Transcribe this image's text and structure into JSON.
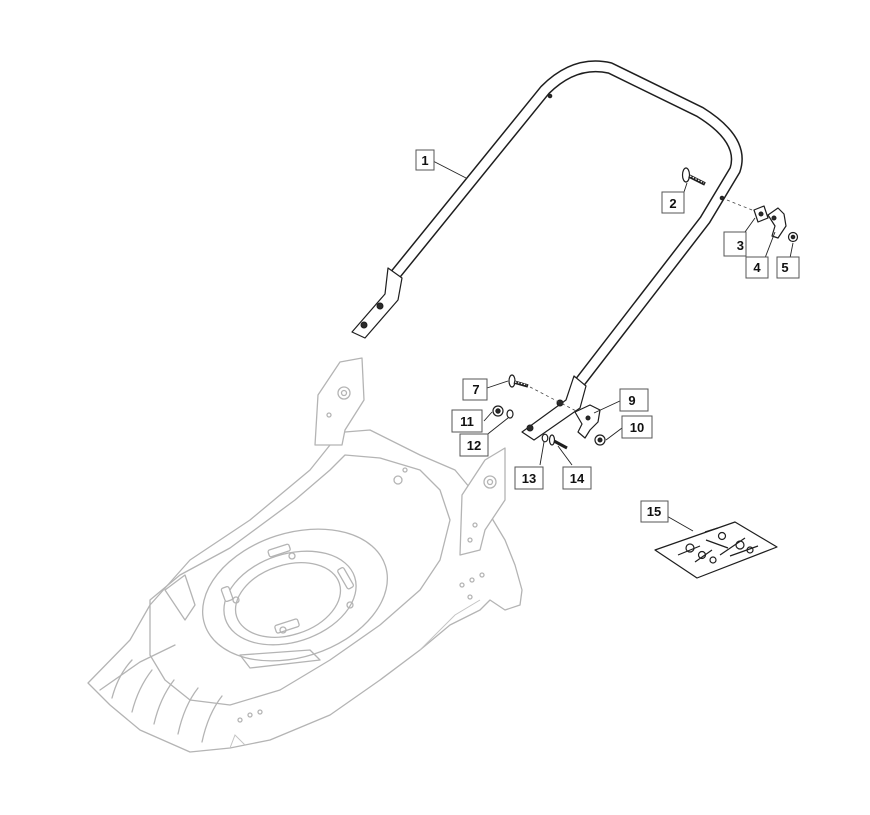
{
  "diagram": {
    "callouts": [
      {
        "id": "c1",
        "label": "1"
      },
      {
        "id": "c2",
        "label": "2"
      },
      {
        "id": "c3",
        "label": "3"
      },
      {
        "id": "c4",
        "label": "4"
      },
      {
        "id": "c5",
        "label": "5"
      },
      {
        "id": "c7",
        "label": "7"
      },
      {
        "id": "c9",
        "label": "9"
      },
      {
        "id": "c10",
        "label": "10"
      },
      {
        "id": "c11",
        "label": "11"
      },
      {
        "id": "c12",
        "label": "12"
      },
      {
        "id": "c13",
        "label": "13"
      },
      {
        "id": "c14",
        "label": "14"
      },
      {
        "id": "c15",
        "label": "15"
      }
    ]
  }
}
